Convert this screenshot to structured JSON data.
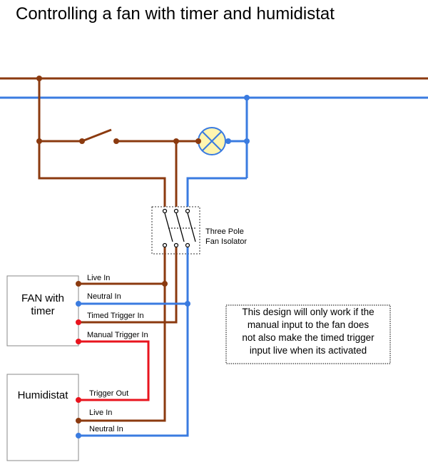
{
  "title": "Controlling a fan with timer and humidistat",
  "colors": {
    "live": "#8B3A0F",
    "neutral": "#3A7BE0",
    "trigger": "#E8141E",
    "lamp_fill": "#FFF5B0"
  },
  "isolator": {
    "line1": "Three Pole",
    "line2": "Fan Isolator"
  },
  "fan": {
    "name_line1": "FAN with",
    "name_line2": "timer",
    "terminals": {
      "live_in": "Live In",
      "neutral_in": "Neutral In",
      "timed_trigger_in": "Timed Trigger In",
      "manual_trigger_in": "Manual Trigger In"
    }
  },
  "humidistat": {
    "name": "Humidistat",
    "terminals": {
      "trigger_out": "Trigger Out",
      "live_in": "Live In",
      "neutral_in": "Neutral In"
    }
  },
  "note": {
    "line1": "This design will only work if the",
    "line2": "manual input to the fan does",
    "line3": "not also make the timed trigger",
    "line4": "input live when its activated"
  }
}
